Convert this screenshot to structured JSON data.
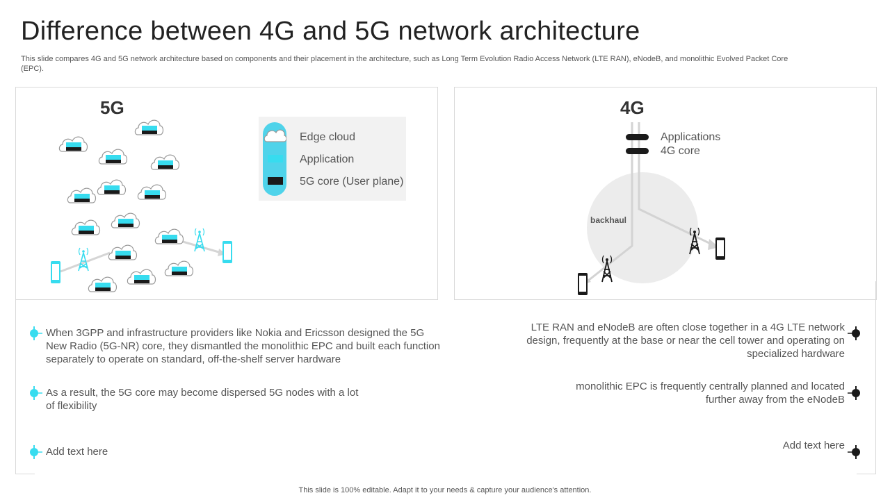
{
  "title": "Difference between 4G and 5G network architecture",
  "subtitle": "This slide compares 4G and 5G network architecture based on components and their placement in the architecture, such as Long Term Evolution Radio Access Network (LTE RAN), eNodeB, and monolithic Evolved Packet Core (EPC).",
  "panel_5g": {
    "label": "5G",
    "legend": {
      "edge_cloud": "Edge cloud",
      "application": "Application",
      "core": "5G core (User plane)"
    }
  },
  "panel_4g": {
    "label": "4G",
    "applications": "Applications",
    "core": "4G core",
    "backhaul": "backhaul"
  },
  "left_bullets": [
    {
      "text": "When 3GPP and infrastructure  providers like Nokia and Ericsson designed the 5G New Radio (5G-NR) core, they dismantled the monolithic EPC and built each function separately to operate on standard, off-the-shelf  server hardware"
    },
    {
      "text": "As a result,  the 5G core may become dispersed 5G nodes with a lot of flexibility"
    },
    {
      "text": "Add text here"
    }
  ],
  "right_bullets": [
    {
      "text": "LTE RAN and eNodeB are often close together in a 4G LTE network design, frequently  at the base or near the cell tower and operating on specialized hardware"
    },
    {
      "text": "monolithic EPC is frequently  centrally planned and located further  away from the eNodeB"
    },
    {
      "text": "Add text here"
    }
  ],
  "footer": "This slide is 100% editable. Adapt it to your needs & capture your audience's attention.",
  "colors": {
    "accent_cyan": "#37dcef",
    "core_black": "#1a1a1a",
    "legend_pill": "#4fd3ea",
    "circle_gray": "#ececec"
  }
}
